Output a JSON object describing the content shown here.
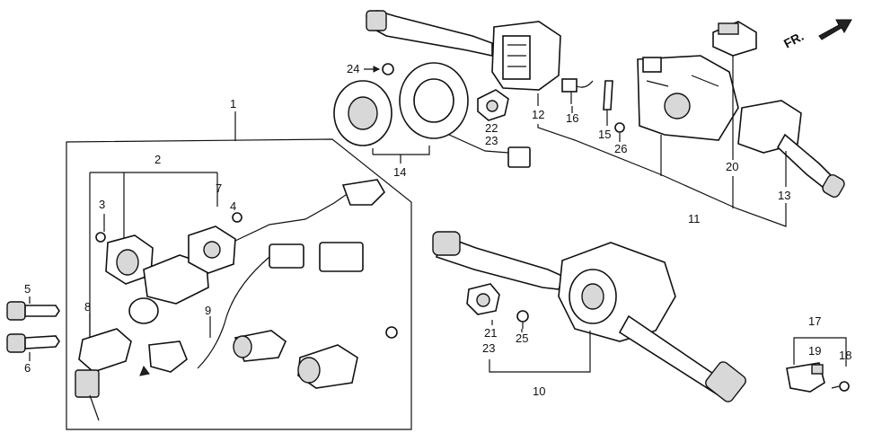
{
  "direction_label": "FR.",
  "callouts": [
    {
      "id": "c1",
      "text": "1"
    },
    {
      "id": "c2",
      "text": "2"
    },
    {
      "id": "c3",
      "text": "3"
    },
    {
      "id": "c4",
      "text": "4"
    },
    {
      "id": "c5",
      "text": "5"
    },
    {
      "id": "c6",
      "text": "6"
    },
    {
      "id": "c7",
      "text": "7"
    },
    {
      "id": "c8",
      "text": "8"
    },
    {
      "id": "c9",
      "text": "9"
    },
    {
      "id": "c10",
      "text": "10"
    },
    {
      "id": "c11",
      "text": "11"
    },
    {
      "id": "c12",
      "text": "12"
    },
    {
      "id": "c13",
      "text": "13"
    },
    {
      "id": "c14",
      "text": "14"
    },
    {
      "id": "c15",
      "text": "15"
    },
    {
      "id": "c16",
      "text": "16"
    },
    {
      "id": "c17",
      "text": "17"
    },
    {
      "id": "c18",
      "text": "18"
    },
    {
      "id": "c19",
      "text": "19"
    },
    {
      "id": "c20",
      "text": "20"
    },
    {
      "id": "c21",
      "text": "21"
    },
    {
      "id": "c22",
      "text": "22"
    },
    {
      "id": "c23a",
      "text": "23"
    },
    {
      "id": "c23b",
      "text": "23"
    },
    {
      "id": "c24",
      "text": "24"
    },
    {
      "id": "c25",
      "text": "25"
    },
    {
      "id": "c26",
      "text": "26"
    }
  ]
}
